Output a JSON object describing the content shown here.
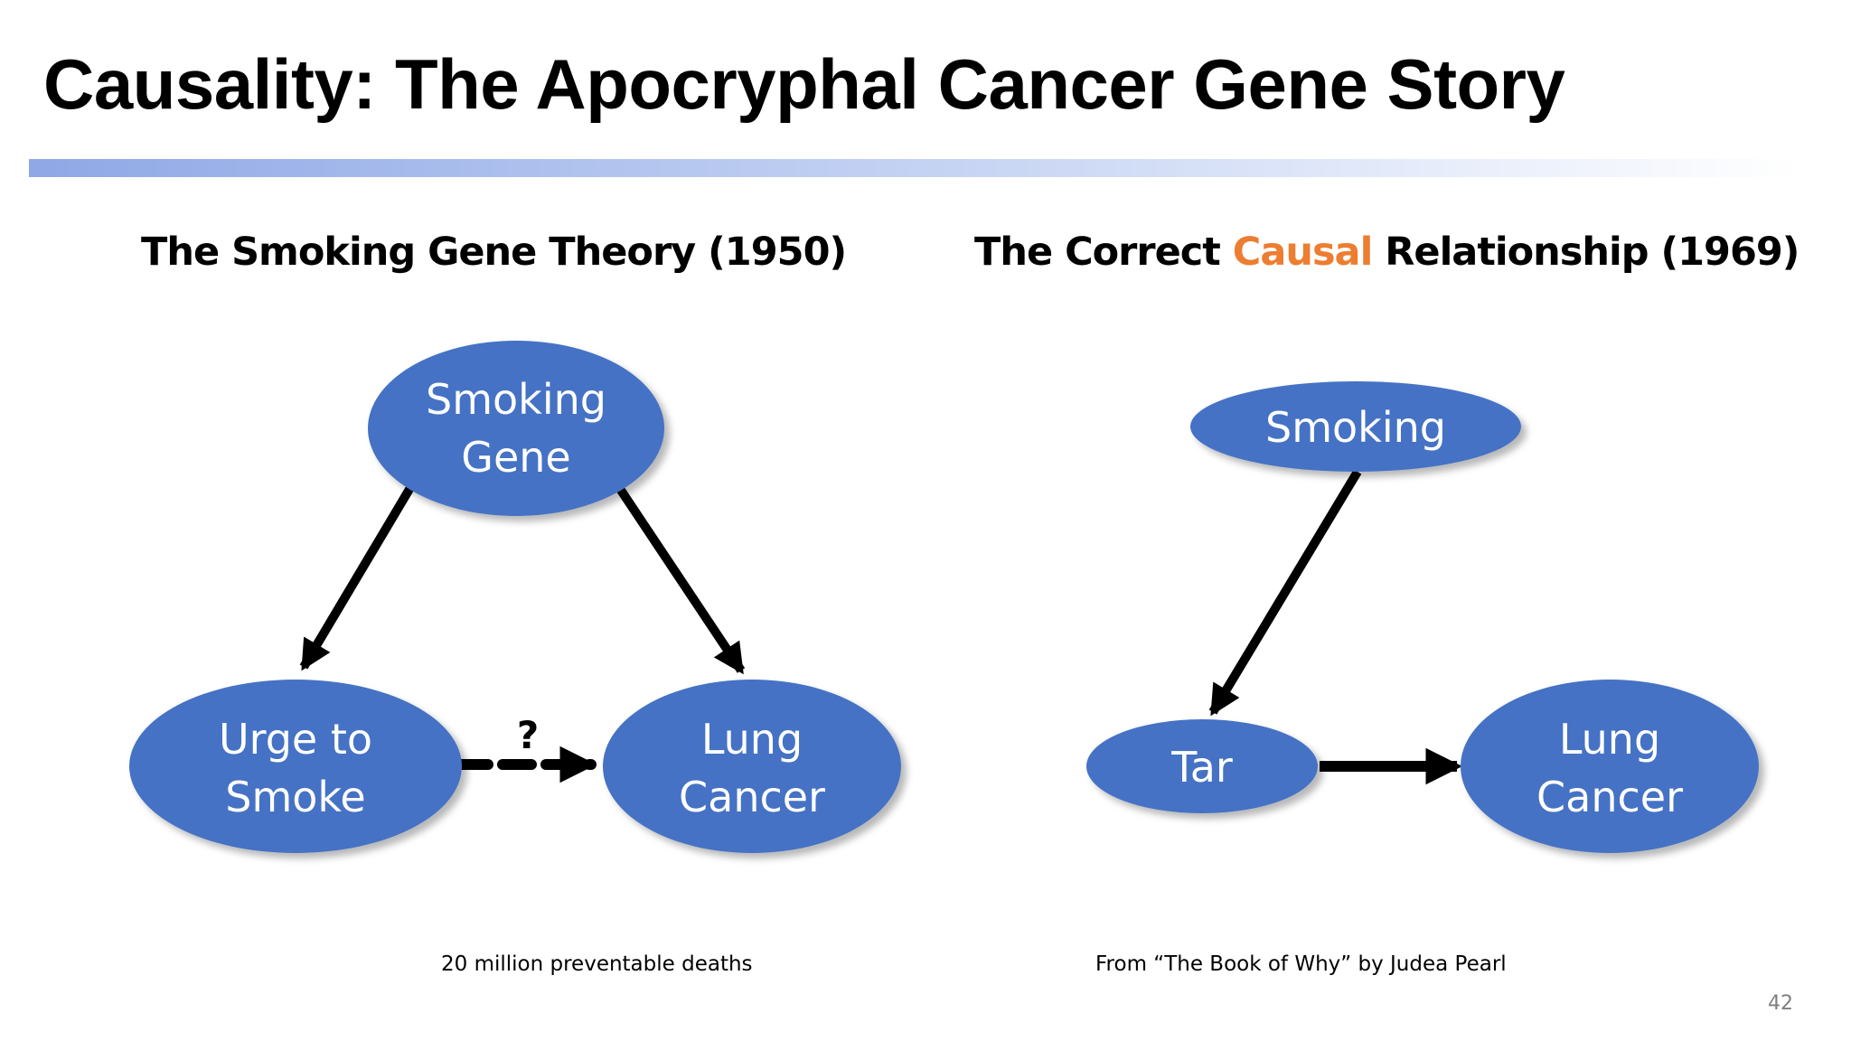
{
  "slide": {
    "title": "Causality: The Apocryphal Cancer Gene Story",
    "page_number": "42",
    "colors": {
      "node_fill": "#4472c4",
      "accent": "#ed7d31",
      "title_bar_start": "#8fa8e6"
    }
  },
  "left_panel": {
    "heading": "The Smoking Gene Theory (1950)",
    "caption": "20 million preventable deaths",
    "nodes": {
      "smoking_gene": {
        "line1": "Smoking",
        "line2": "Gene"
      },
      "urge": {
        "line1": "Urge to",
        "line2": "Smoke"
      },
      "lung_cancer": {
        "line1": "Lung",
        "line2": "Cancer"
      }
    },
    "dashed_edge_label": "?"
  },
  "right_panel": {
    "heading_before": "The Correct ",
    "heading_accent": "Causal",
    "heading_after": " Relationship (1969)",
    "caption": "From “The Book of Why” by Judea Pearl",
    "nodes": {
      "smoking": {
        "label": "Smoking"
      },
      "tar": {
        "label": "Tar"
      },
      "lung_cancer": {
        "line1": "Lung",
        "line2": "Cancer"
      }
    }
  }
}
